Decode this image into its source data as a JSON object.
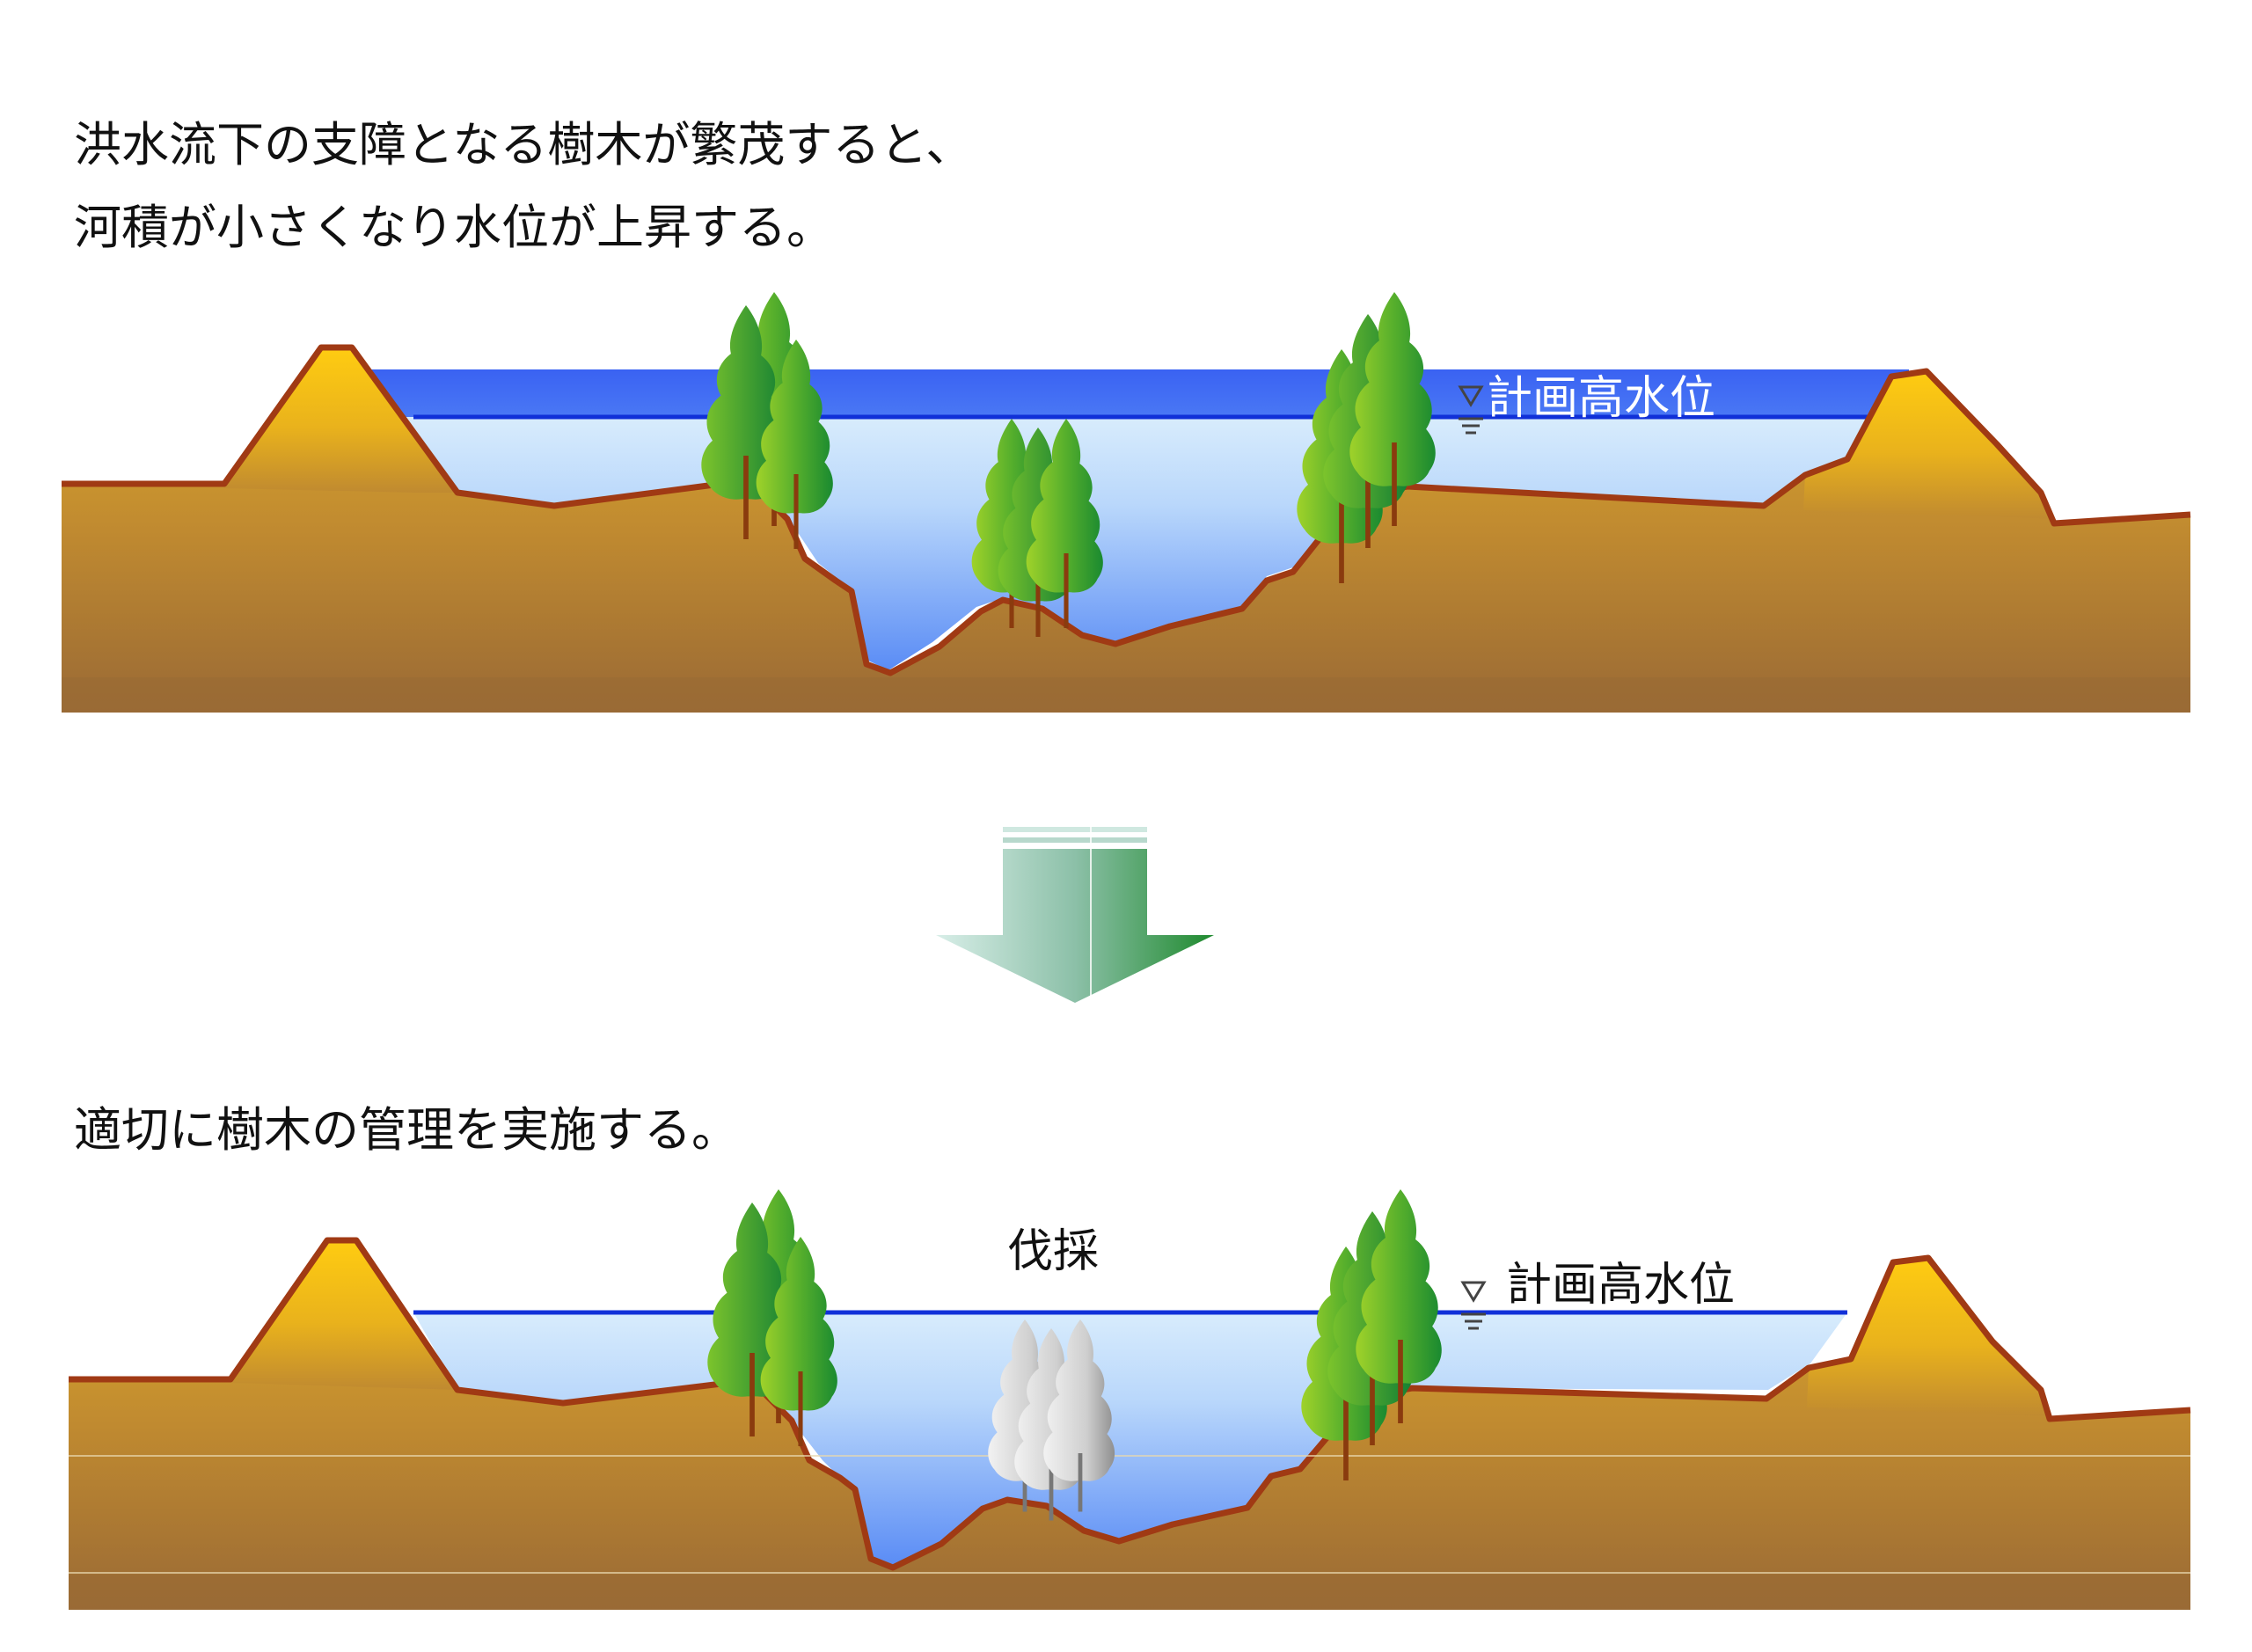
{
  "captions": {
    "before_line1": "洪水流下の支障となる樹木が繁茂すると、",
    "before_line2": "河積が小さくなり水位が上昇する。",
    "after_line1": "適切に樹木の管理を実施する。"
  },
  "labels": {
    "planned_high_water_level_top": "計画高水位",
    "planned_high_water_level_bottom": "計画高水位",
    "felling": "伐採"
  },
  "icons": {
    "water_level_marker": "water-level-triangle-icon",
    "transition_arrow": "down-arrow-icon"
  },
  "colors": {
    "sky_water": "#cfe6fb",
    "deep_water": "#5a8cf5",
    "raised_water": "#3d66f3",
    "water_line": "#1030d8",
    "levee_top": "#ffcc11",
    "ground": "#c98f2a",
    "ground_dark": "#9a6a35",
    "outline": "#a03a14",
    "tree_light": "#8fc92a",
    "tree_dark": "#1c8c2e",
    "trunk": "#8a3b0e",
    "felled_tree": "#d9d9d9",
    "arrow_light": "#cfe8e0",
    "arrow_dark": "#1f8a2e"
  }
}
